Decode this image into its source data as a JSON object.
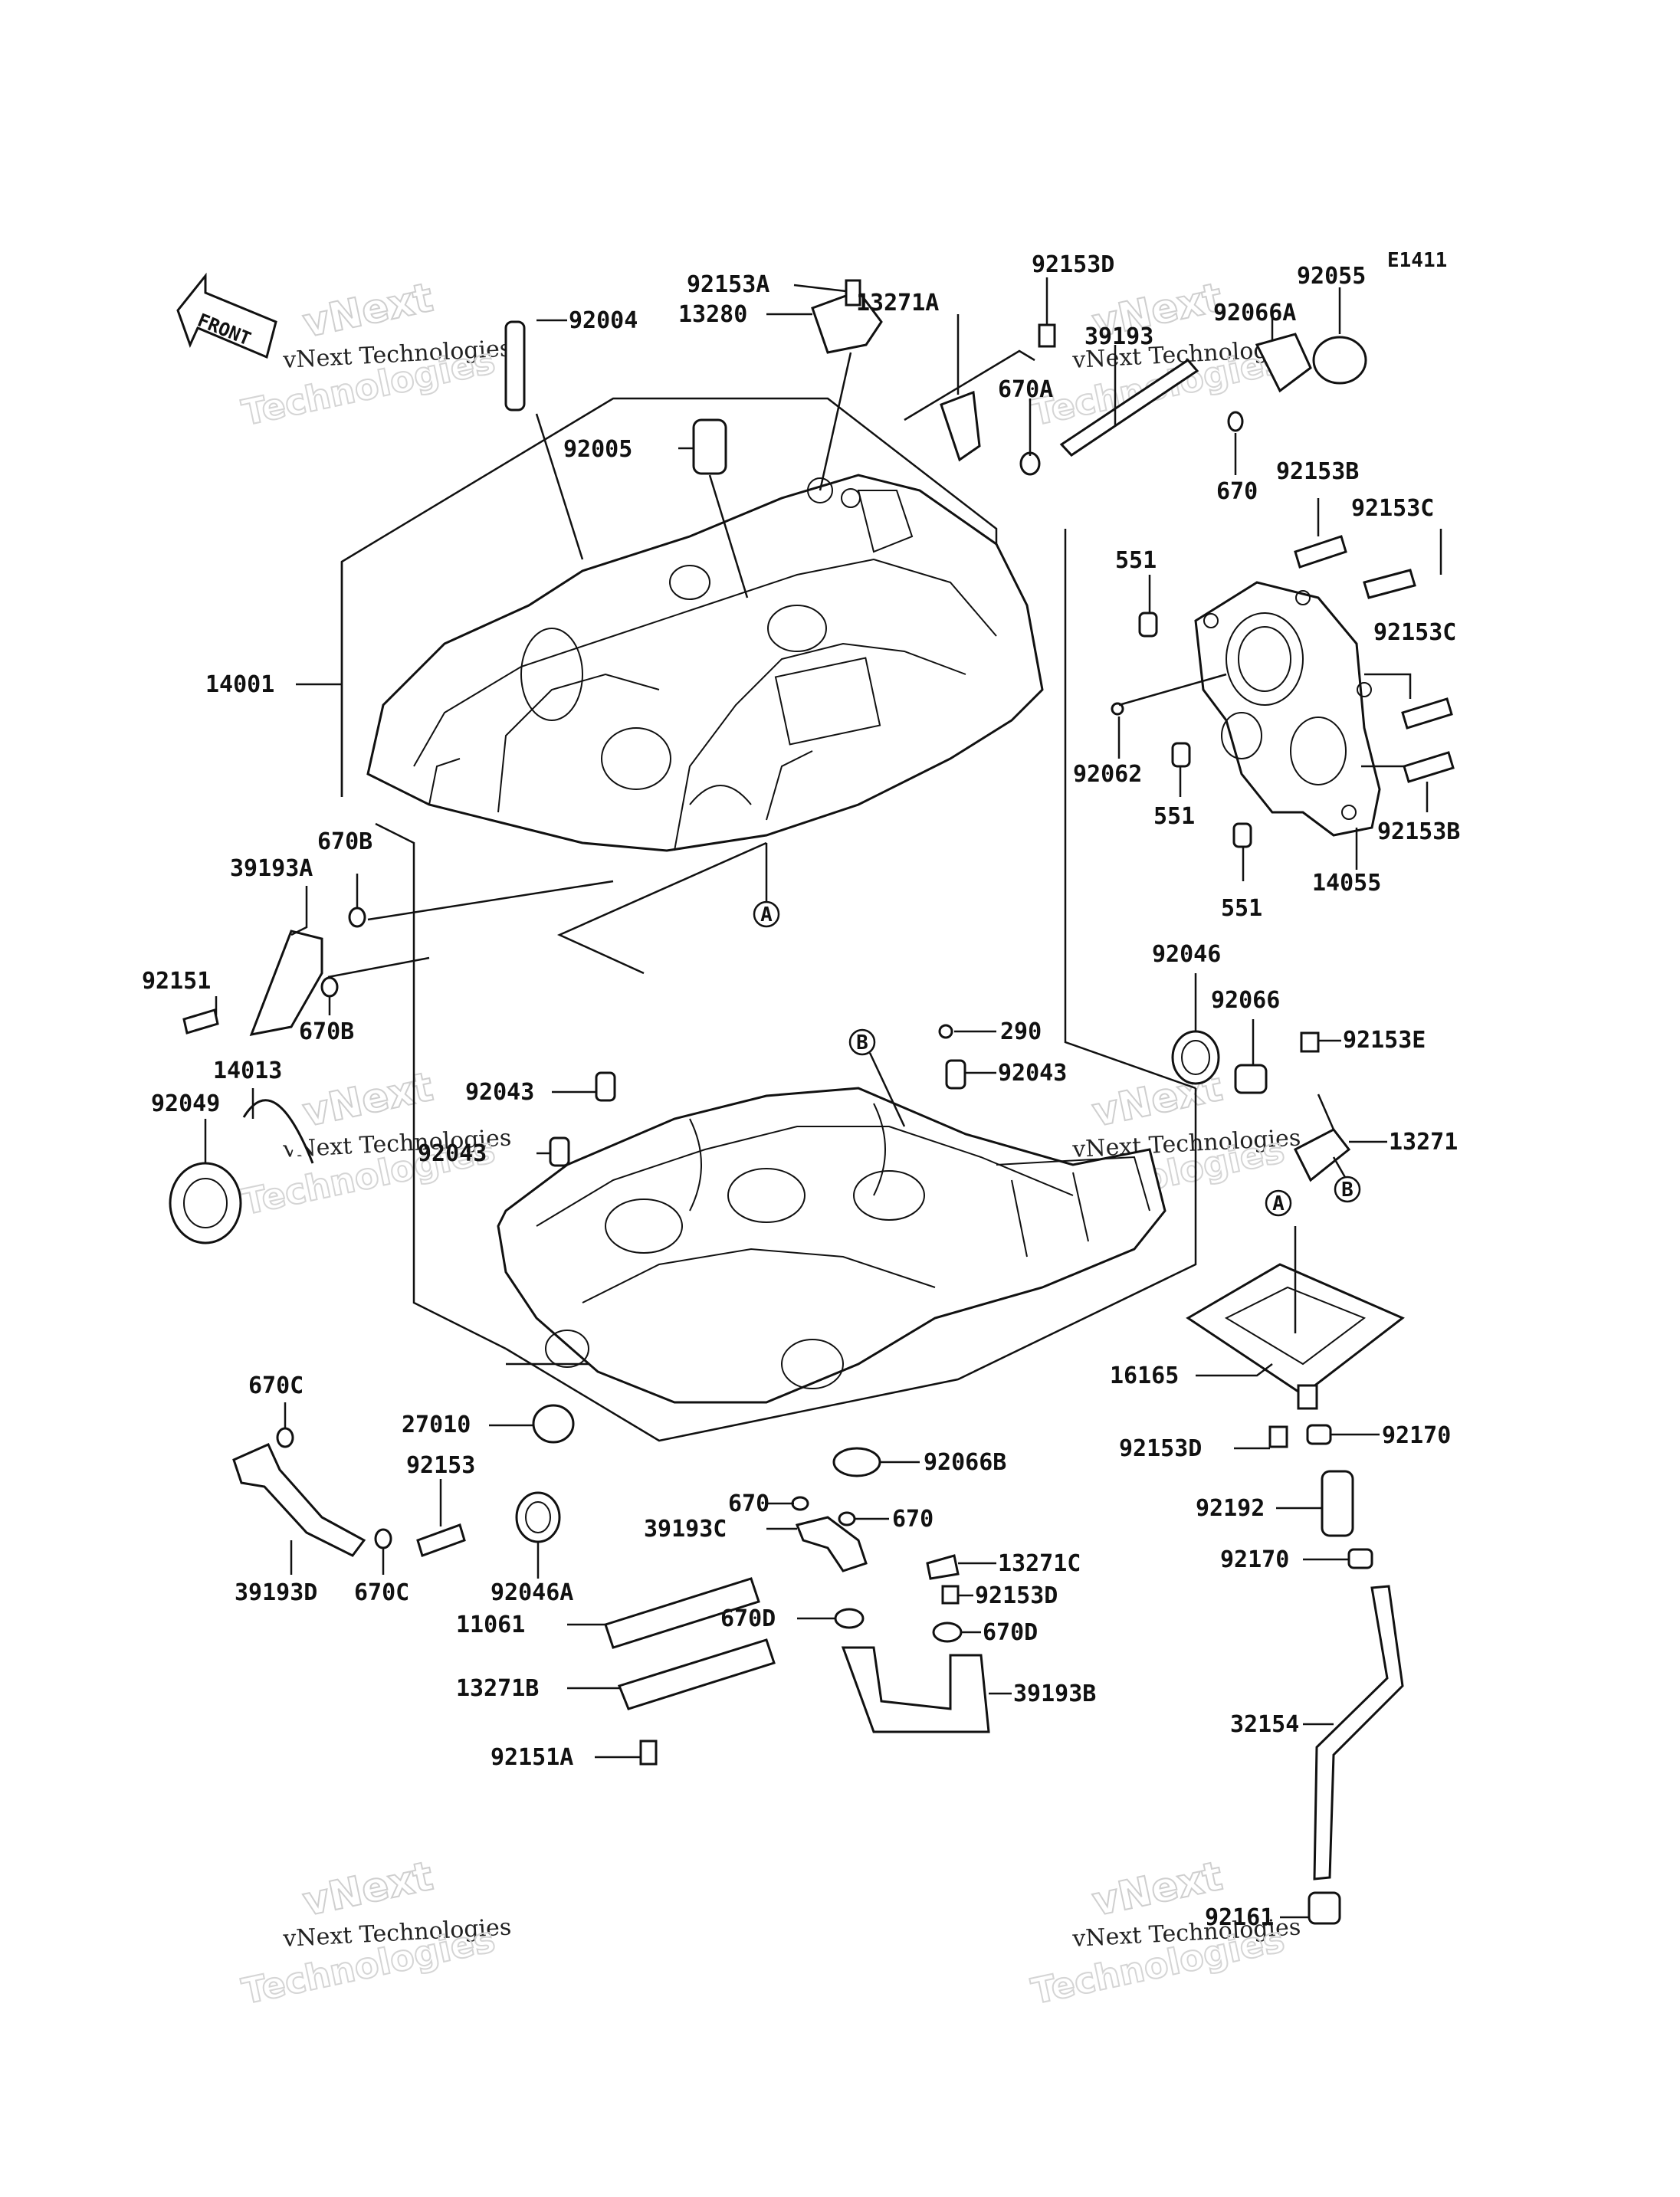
{
  "diagram_code": "E1411",
  "front_label": "FRONT",
  "section_markers": {
    "a": "A",
    "b": "B"
  },
  "watermark": {
    "company": "vNext Technologies",
    "word1": "vNext",
    "word2": "Technologies"
  },
  "parts": {
    "p92153A": "92153A",
    "p92153D_top": "92153D",
    "p13271A": "13271A",
    "p13280": "13280",
    "p92004": "92004",
    "p39193": "39193",
    "p92066A": "92066A",
    "p92055": "92055",
    "p92005": "92005",
    "p670A": "670A",
    "p670_top": "670",
    "p92153B_top": "92153B",
    "p92153C_a": "92153C",
    "p551_a": "551",
    "p92153C_b": "92153C",
    "p14001": "14001",
    "p92062": "92062",
    "p551_b": "551",
    "p92153B_b": "92153B",
    "p14055": "14055",
    "p551_c": "551",
    "p670B_a": "670B",
    "p39193A": "39193A",
    "p92151": "92151",
    "p670B_b": "670B",
    "p14013": "14013",
    "p92049": "92049",
    "p92046": "92046",
    "p92066": "92066",
    "p290": "290",
    "p92153E": "92153E",
    "p92043_a": "92043",
    "p92043_b": "92043",
    "p92043_c": "92043",
    "p13271": "13271",
    "p670C_a": "670C",
    "p16165": "16165",
    "p27010": "27010",
    "p92153": "92153",
    "p92153D_mid": "92153D",
    "p92170_a": "92170",
    "p92066B": "92066B",
    "p670_mid": "670",
    "p39193C": "39193C",
    "p670_b": "670",
    "p92192": "92192",
    "p39193D": "39193D",
    "p670C_b": "670C",
    "p92046A": "92046A",
    "p13271C": "13271C",
    "p92170_b": "92170",
    "p92153D_low": "92153D",
    "p11061": "11061",
    "p670D_a": "670D",
    "p670D_b": "670D",
    "p13271B": "13271B",
    "p39193B": "39193B",
    "p32154": "32154",
    "p92151A": "92151A",
    "p92161": "92161"
  }
}
